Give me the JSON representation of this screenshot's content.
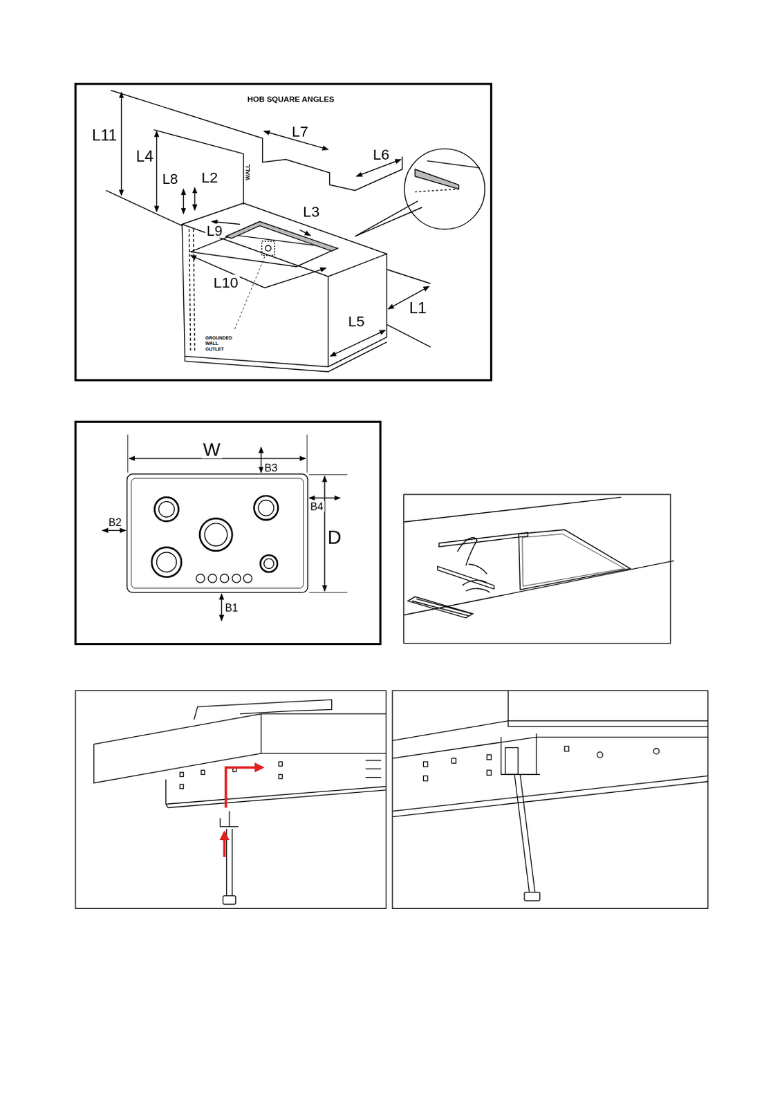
{
  "diagram": {
    "title": "HOB SQUARE ANGLES",
    "labels": [
      "L11",
      "L7",
      "L6",
      "L4",
      "L8",
      "L2",
      "WALL",
      "L3",
      "L9",
      "L10",
      "L1",
      "L5",
      "GROUNDED WALL OUTLET",
      "W",
      "B3",
      "B2",
      "B4",
      "D",
      "B1"
    ]
  }
}
